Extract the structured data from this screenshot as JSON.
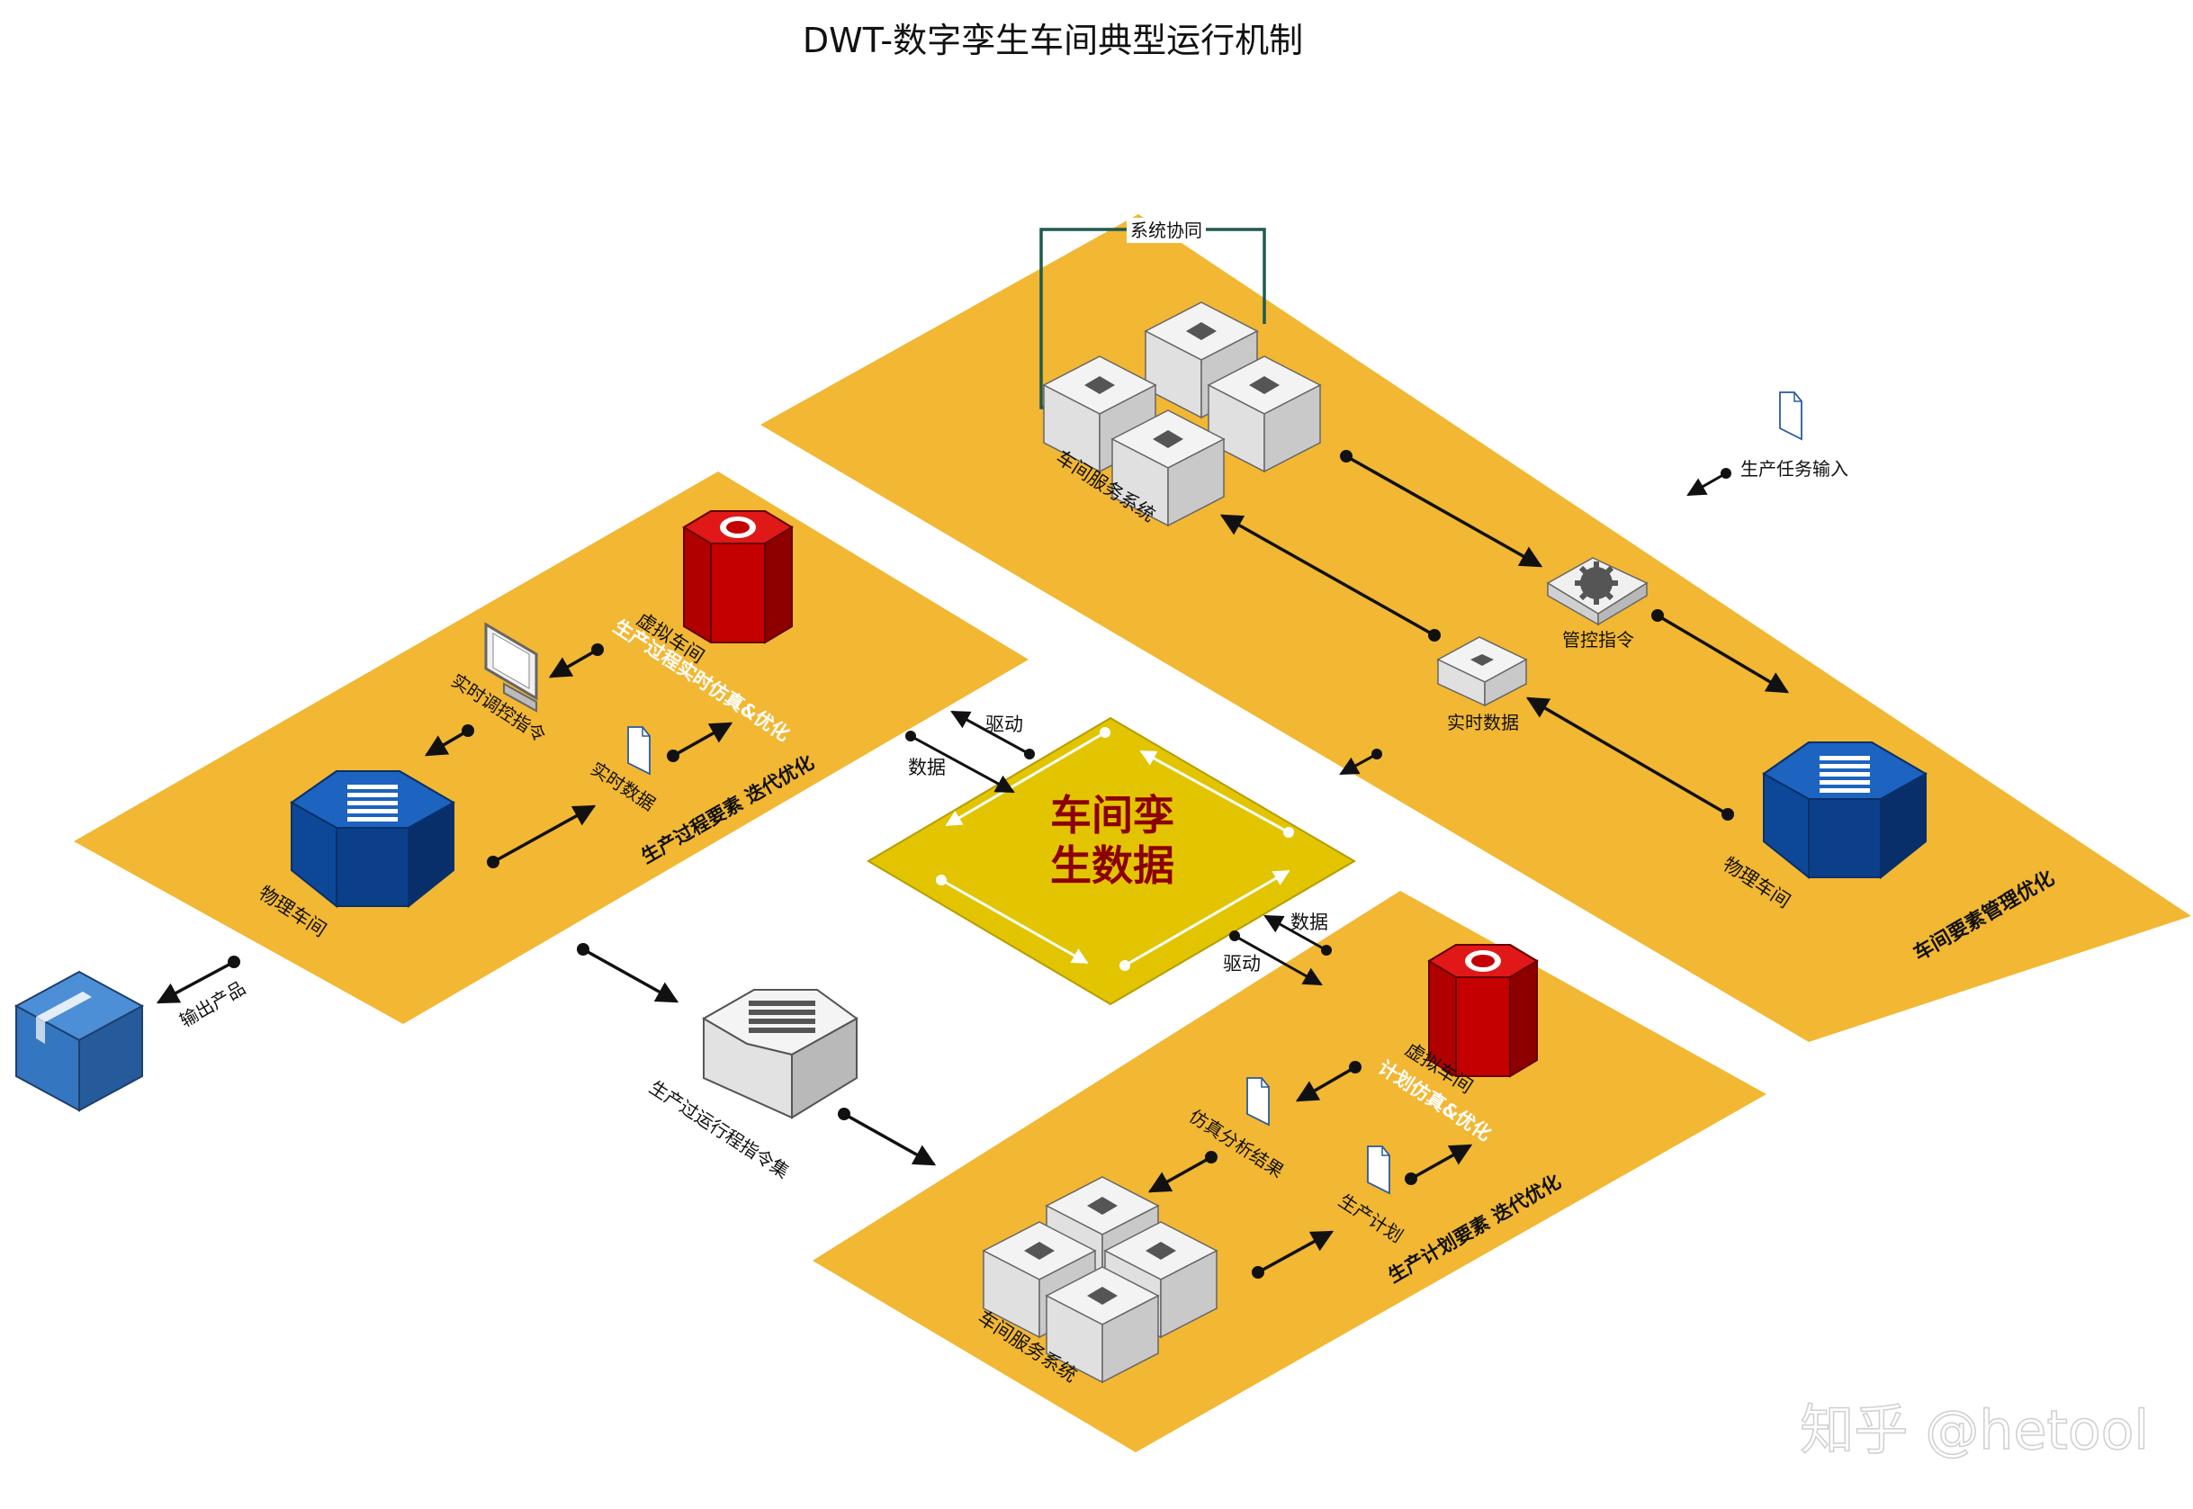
{
  "title": "DWT-数字孪生车间典型运行机制",
  "watermark": "知乎 @hetool",
  "colors": {
    "panel": "#F2B733",
    "center_panel": "#E2C400",
    "center_text": "#8B0000",
    "arrow": "#111111",
    "sync_loop": "#1E5A50",
    "server_blue": "#0B3F8A",
    "server_red": "#C40000",
    "white_label": "#FFFFFF"
  },
  "top_panel": {
    "sync_label": "系统协同",
    "service_system": "车间服务系统",
    "task_input": "生产任务输入",
    "control_cmd": "管控指令",
    "realtime_data": "实时数据",
    "physical_shop": "物理车间",
    "optimization": "车间要素管理优化"
  },
  "left_panel": {
    "virtual_shop": "虚拟车间",
    "simulation": "生产过程实时仿真&优化",
    "adjust_cmd": "实时调控指令",
    "realtime_data": "实时数据",
    "physical_shop": "物理车间",
    "iteration": "生产过程要素 迭代优化"
  },
  "bottom_panel": {
    "virtual_shop": "虚拟车间",
    "plan_sim": "计划仿真&优化",
    "sim_result": "仿真分析结果",
    "plan": "生产计划",
    "service_system": "车间服务系统",
    "iteration": "生产计划要素 迭代优化"
  },
  "center": {
    "title_line1": "车间孪",
    "title_line2": "生数据",
    "drive_top": "驱动",
    "data_top": "数据",
    "data_bottom": "数据",
    "drive_bottom": "驱动"
  },
  "outside": {
    "output_product": "输出产品",
    "instruction_set": "生产过运行程指令集"
  }
}
